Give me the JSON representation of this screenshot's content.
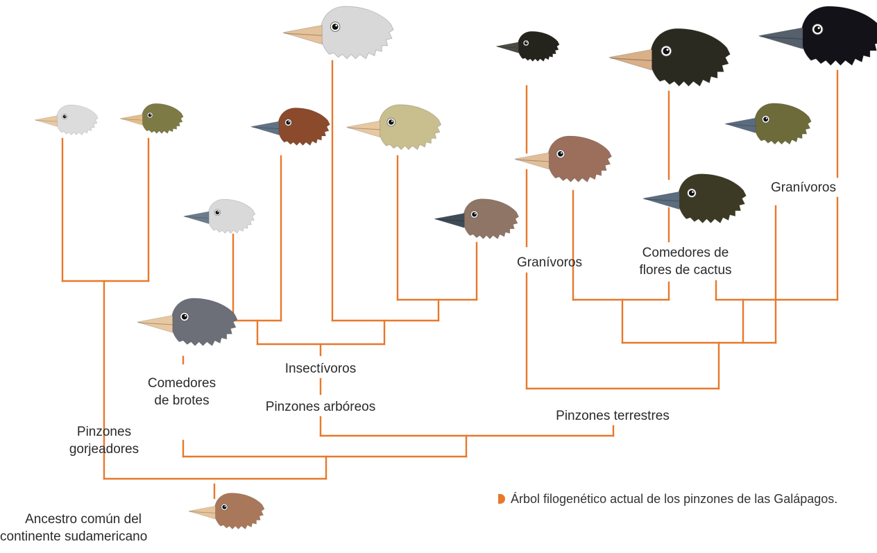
{
  "colors": {
    "branch": "#e8782a",
    "text": "#2a2a2a"
  },
  "labels": {
    "ancestor_line1": "Ancestro común del",
    "ancestor_line2": "continente sudamericano",
    "warblers_line1": "Pinzones",
    "warblers_line2": "gorjeadores",
    "bud_line1": "Comedores",
    "bud_line2": "de brotes",
    "insectivores": "Insectívoros",
    "tree_finches": "Pinzones arbóreos",
    "ground_finches": "Pinzones terrestres",
    "granivores_left": "Granívoros",
    "cactus_line1": "Comedores de",
    "cactus_line2": "flores de cactus",
    "granivores_right": "Granívoros"
  },
  "caption": "Árbol filogenético actual de los pinzones de las Galápagos.",
  "birds": [
    {
      "name": "ancestor-finch",
      "head": "#a9785a",
      "beak": "#e7c49b"
    },
    {
      "name": "warbler-finch-gray",
      "head": "#dcdcdc",
      "beak": "#e8c8a0"
    },
    {
      "name": "warbler-finch-olive",
      "head": "#7d7a45",
      "beak": "#e2be8c"
    },
    {
      "name": "vegetarian-finch",
      "head": "#6c6e78",
      "beak": "#e8c8a0"
    },
    {
      "name": "tree-finch-gray",
      "head": "#d9d9d9",
      "beak": "#6b7c8c"
    },
    {
      "name": "tree-finch-brown",
      "head": "#8a4a2b",
      "beak": "#5f7384"
    },
    {
      "name": "woodpecker-finch",
      "head": "#d8d8d8",
      "beak": "#e5c29a"
    },
    {
      "name": "mangrove-finch",
      "head": "#c9be8e",
      "beak": "#e8c8a0"
    },
    {
      "name": "tree-finch-mottled",
      "head": "#8f7565",
      "beak": "#3f4c58"
    },
    {
      "name": "sharp-beaked-ground-finch",
      "head": "#25241c",
      "beak": "#4b4b44"
    },
    {
      "name": "medium-ground-finch",
      "head": "#9c6f5d",
      "beak": "#e2be98"
    },
    {
      "name": "large-cactus-finch",
      "head": "#2b2a20",
      "beak": "#d9b088"
    },
    {
      "name": "cactus-finch",
      "head": "#3c3a24",
      "beak": "#5d6d80"
    },
    {
      "name": "large-ground-finch",
      "head": "#121218",
      "beak": "#56606d"
    },
    {
      "name": "small-ground-finch",
      "head": "#6d6b3a",
      "beak": "#5c6c80"
    }
  ]
}
